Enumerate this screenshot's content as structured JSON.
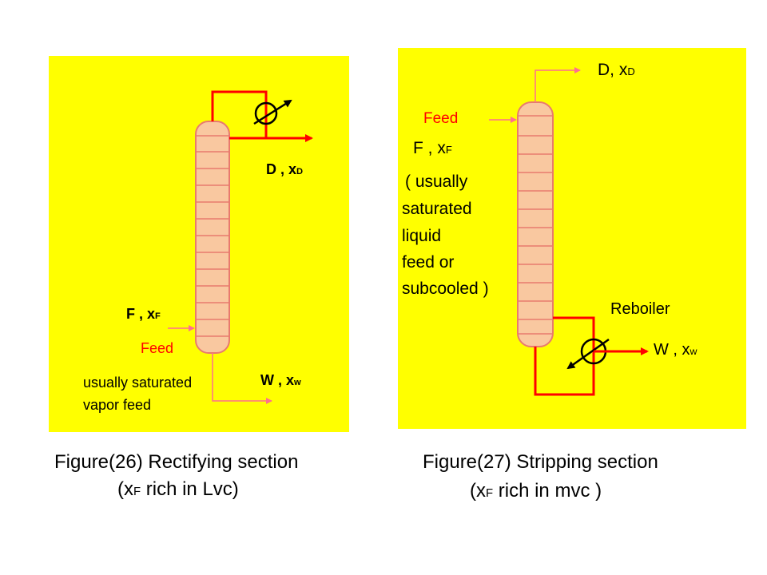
{
  "figure26": {
    "product_label": "D , x",
    "product_sub": "D",
    "feed_label": "F , x",
    "feed_sub": "F",
    "feed_word": "Feed",
    "bottom_label": "W , x",
    "bottom_sub": "w",
    "note_line1": "usually saturated",
    "note_line2": "vapor feed",
    "caption_line1": "Figure(26) Rectifying section",
    "caption_line2_prefix": "(x",
    "caption_line2_sub": "F",
    "caption_line2_suffix": " rich in Lvc)"
  },
  "figure27": {
    "product_label": "D, x",
    "product_sub": "D",
    "feed_word": "Feed",
    "feed_label": "F , x",
    "feed_sub": "F",
    "note_lines": [
      "( usually",
      "saturated",
      "liquid",
      "feed or",
      "subcooled )"
    ],
    "reboiler_label": "Reboiler",
    "bottom_label": "W , x",
    "bottom_sub": "w",
    "caption_line1": "Figure(27) Stripping section",
    "caption_line2_prefix": "(x",
    "caption_line2_sub": "F",
    "caption_line2_suffix": "  rich in mvc )"
  },
  "colors": {
    "panel": "#ffff00",
    "column_fill": "#f9c8a0",
    "column_stroke": "#e87a6e",
    "stream_red": "#ff0000",
    "stream_pink": "#ff6f8f"
  }
}
